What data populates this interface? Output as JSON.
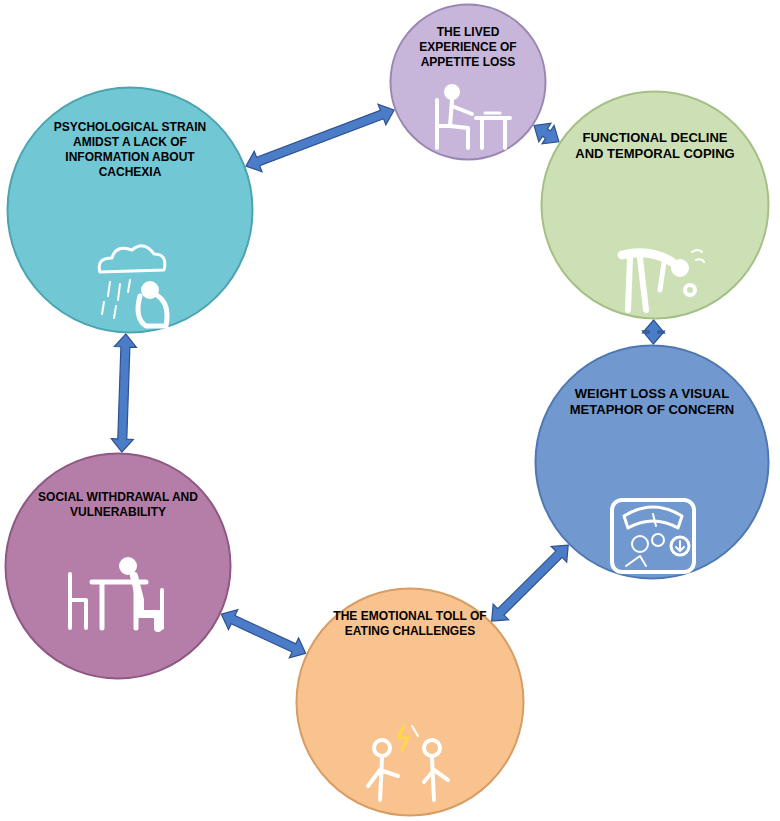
{
  "diagram": {
    "nodes": [
      {
        "text": [
          "THE LIVED EXPERIENCE OF APPETITE LOSS"
        ]
      },
      {
        "text": [
          "FUNCTIONAL DECLINE AND TEMPORAL COPING"
        ]
      },
      {
        "text": [
          "WEIGHT LOSS A VISUAL METAPHOR OF CONCERN"
        ]
      },
      {
        "text": [
          "THE EMOTIONAL TOLL OF EATING CHALLENGES"
        ]
      },
      {
        "text": [
          "SOCIAL WITHDRAWAL AND VULNERABILITY"
        ]
      },
      {
        "text": [
          "PSYCHOLOGICAL STRAIN AMIDST A LACK OF INFORMATION ABOUT CACHEXIA"
        ]
      }
    ],
    "edges": [
      {
        "from": 0,
        "to": 1,
        "arrow": "both"
      },
      {
        "from": 1,
        "to": 2,
        "arrow": "both"
      },
      {
        "from": 2,
        "to": 3,
        "arrow": "both"
      },
      {
        "from": 3,
        "to": 4,
        "arrow": "both"
      },
      {
        "from": 4,
        "to": 5,
        "arrow": "both"
      },
      {
        "from": 5,
        "to": 0,
        "arrow": "both"
      }
    ]
  }
}
